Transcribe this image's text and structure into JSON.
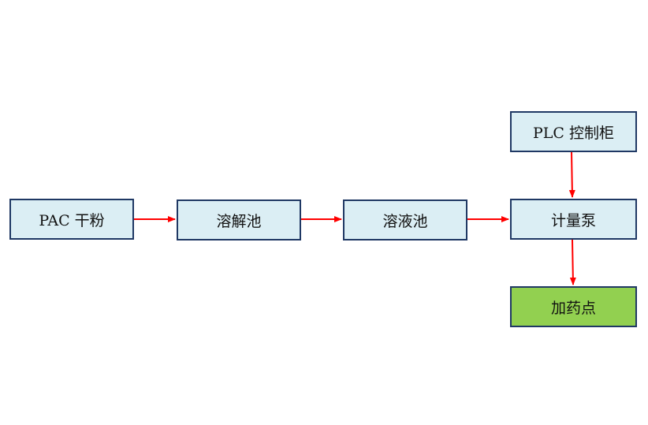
{
  "nodes": {
    "pac_powder": "PAC 干粉",
    "dissolving_tank": "溶解池",
    "solution_tank": "溶液池",
    "metering_pump": "计量泵",
    "plc_cabinet": "PLC 控制柜",
    "dosing_point": "加药点"
  },
  "colors": {
    "box_fill": "#dbeef4",
    "box_border": "#1f3864",
    "dosing_fill": "#92d050",
    "arrow": "#ff0000"
  },
  "edges": [
    [
      "pac_powder",
      "dissolving_tank"
    ],
    [
      "dissolving_tank",
      "solution_tank"
    ],
    [
      "solution_tank",
      "metering_pump"
    ],
    [
      "plc_cabinet",
      "metering_pump"
    ],
    [
      "metering_pump",
      "dosing_point"
    ]
  ]
}
